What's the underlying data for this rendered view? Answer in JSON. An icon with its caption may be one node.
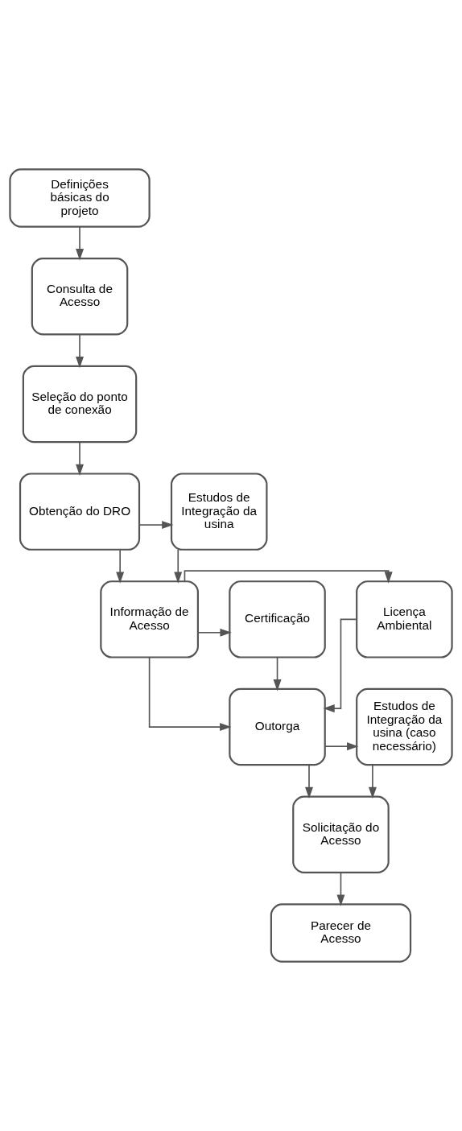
{
  "diagram": {
    "nodes": [
      {
        "text": [
          "Definições básicas do projeto"
        ]
      },
      {
        "text": [
          "Consulta de Acesso"
        ]
      },
      {
        "text": [
          "Seleção do ponto de conexão"
        ]
      },
      {
        "text": [
          "Obtenção do DRO"
        ]
      },
      {
        "text": [
          "Estudos de Integração da usina"
        ]
      },
      {
        "text": [
          "Licença Ambiental"
        ]
      },
      {
        "text": [
          "Informação de Acesso"
        ]
      },
      {
        "text": [
          "Certificação"
        ]
      },
      {
        "text": [
          "Outorga"
        ]
      },
      {
        "text": [
          "Estudos de Integração da usina (caso necessário)"
        ]
      },
      {
        "text": [
          "Solicitação do Acesso"
        ]
      },
      {
        "text": [
          "Parecer de Acesso"
        ]
      }
    ],
    "edges": [
      {
        "from": 0,
        "to": 1,
        "arrow": "to"
      },
      {
        "from": 1,
        "to": 2,
        "arrow": "to"
      },
      {
        "from": 2,
        "to": 3,
        "arrow": "to"
      },
      {
        "from": 3,
        "to": 4,
        "arrow": "to"
      },
      {
        "from": 3,
        "to": 6,
        "arrow": "to"
      },
      {
        "from": 4,
        "to": 6,
        "arrow": "to"
      },
      {
        "from": 6,
        "to": 5,
        "arrow": "to"
      },
      {
        "from": 6,
        "to": 7,
        "arrow": "to"
      },
      {
        "from": 5,
        "to": 8,
        "arrow": "to"
      },
      {
        "from": 6,
        "to": 8,
        "arrow": "to"
      },
      {
        "from": 7,
        "to": 8,
        "arrow": "to"
      },
      {
        "from": 8,
        "to": 9,
        "arrow": "to"
      },
      {
        "from": 8,
        "to": 10,
        "arrow": "to"
      },
      {
        "from": 9,
        "to": 10,
        "arrow": "to"
      },
      {
        "from": 10,
        "to": 11,
        "arrow": "to"
      }
    ]
  }
}
